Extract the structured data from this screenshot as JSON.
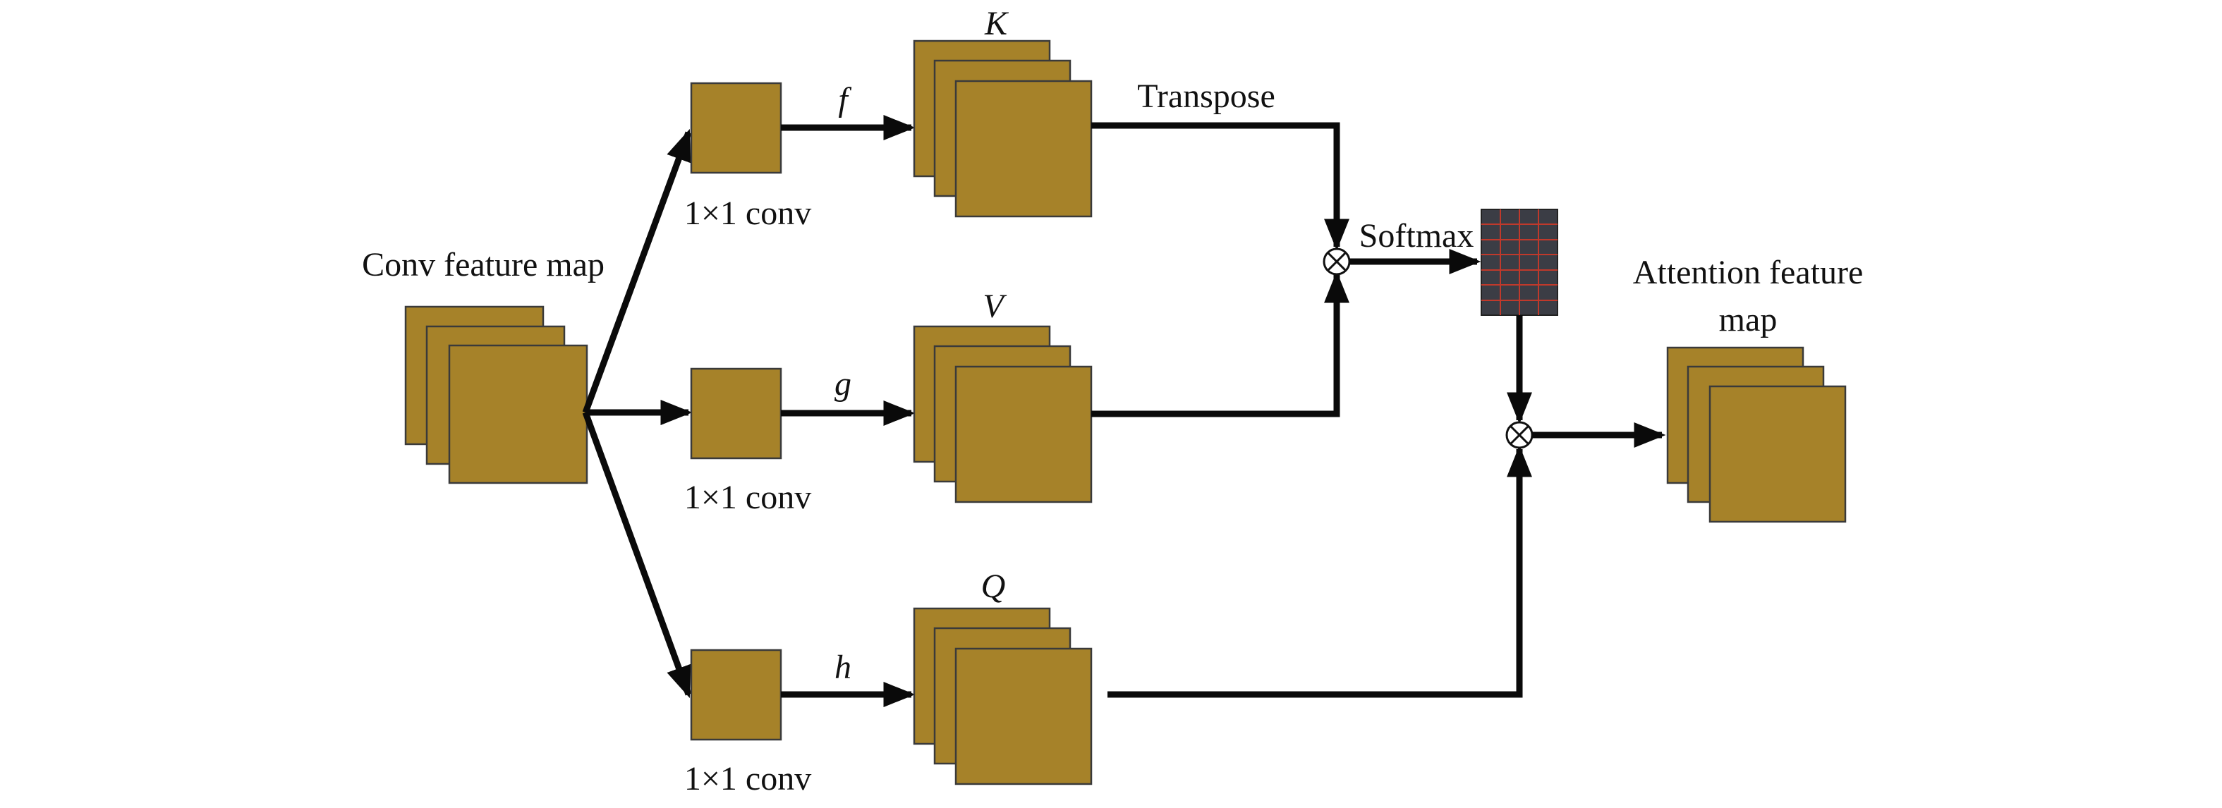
{
  "labels": {
    "input": "Conv feature map",
    "conv_top": "1×1 conv",
    "conv_mid": "1×1 conv",
    "conv_bot": "1×1 conv",
    "f": "f",
    "g": "g",
    "h": "h",
    "K": "K",
    "V": "V",
    "Q": "Q",
    "transpose": "Transpose",
    "softmax": "Softmax",
    "output_line1": "Attention feature",
    "output_line2": "map"
  },
  "icons": {
    "multiply_op": "circled-times-icon",
    "attention_matrix": "grid-matrix-icon"
  },
  "colors": {
    "feature_map": "#a68229",
    "matrix": "#3b3d45",
    "matrix_grid": "#c0392b",
    "arrows": "#0a0a0a"
  }
}
